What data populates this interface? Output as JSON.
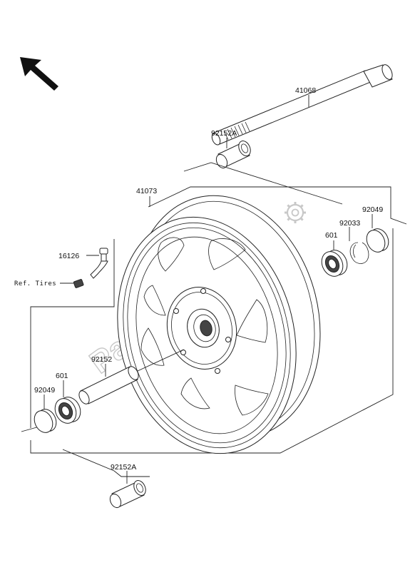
{
  "parts": {
    "axle": "41068",
    "collar_top": "92152A",
    "wheel": "41073",
    "air_valve": "16126",
    "bearing_right": "601",
    "circlip": "92033",
    "oil_seal_right": "92049",
    "distance_collar": "92152",
    "bearing_left": "601",
    "oil_seal_left": "92049",
    "collar_bottom": "92152A"
  },
  "reference": {
    "tires": "Ref. Tires"
  },
  "watermark": {
    "text": "PartsRepublik"
  },
  "icons": {
    "direction_arrow": "front-direction-arrow-icon",
    "gear": "gear-icon"
  }
}
